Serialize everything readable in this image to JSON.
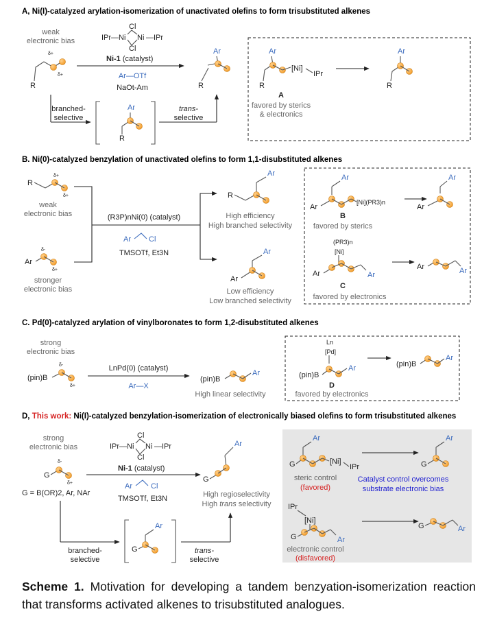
{
  "sections": {
    "A": {
      "heading": "A, Ni(I)-catalyzed arylation-isomerization of unactivated olefins to form trisubstituted alkenes",
      "weak_bias_1": "weak",
      "weak_bias_2": "electronic bias",
      "catalyst_formula_1": "IPr—Ni",
      "catalyst_formula_2": "Ni",
      "catalyst_formula_3": "—IPr",
      "cl_top": "Cl",
      "cl_bottom": "Cl",
      "catalyst_name": "Ni-1",
      "catalyst_suffix": " (catalyst)",
      "reagent_1": "Ar—OTf",
      "reagent_2": "NaOt-Am",
      "branched_1": "branched-",
      "branched_2": "selective",
      "trans_1": "trans-",
      "trans_2": "selective",
      "intermediate_label": "A",
      "favored_1": "favored by sterics",
      "favored_2": "& electronics",
      "ni_label": "[Ni]",
      "ipr": "IPr"
    },
    "B": {
      "heading": "B. Ni(0)-catalyzed benzylation of unactivated olefins to form 1,1-disubstituted alkenes",
      "weak_1": "weak",
      "weak_2": "electronic bias",
      "stronger_1": "stronger",
      "stronger_2": "electronic bias",
      "catalyst": "(R3P)nNi(0) (catalyst)",
      "reagent_1": "Cl",
      "reagent_2": "TMSOTf, Et3N",
      "high_1": "High efficiency",
      "high_2": "High branched selectivity",
      "low_1": "Low efficiency",
      "low_2": "Low branched selectivity",
      "int_B_label": "B",
      "int_B_ni": "[Ni](PR3)n",
      "favored_sterics": "favored by sterics",
      "int_C_ligand": "(PR3)n",
      "int_C_ni": "[Ni]",
      "int_C_label": "C",
      "favored_electronics": "favored by electronics"
    },
    "C": {
      "heading": "C. Pd(0)-catalyzed arylation of vinylboronates to form 1,2-disubstituted alkenes",
      "strong_1": "strong",
      "strong_2": "electronic bias",
      "catalyst": "LnPd(0) (catalyst)",
      "reagent": "Ar—X",
      "result": "High linear selectivity",
      "ln": "Ln",
      "pd": "[Pd]",
      "int_label": "D",
      "favored": "favored by electronics",
      "pinb": "(pin)B"
    },
    "D": {
      "heading_prefix": "D, ",
      "heading_highlight": "This work:",
      "heading_rest": " Ni(I)-catalyzed benzylation-isomerization of electronically biased olefins to form trisubstituted alkenes",
      "strong_1": "strong",
      "strong_2": "electronic bias",
      "g_def": "G = B(OR)2, Ar, NAr",
      "catalyst_name": "Ni-1",
      "catalyst_suffix": " (catalyst)",
      "reagent_1": "Cl",
      "reagent_2": "TMSOTf, Et3N",
      "result_1": "High regioselectivity",
      "result_2a": "High ",
      "result_2b": "trans",
      "result_2c": " selectivity",
      "branched_1": "branched-",
      "branched_2": "selective",
      "trans_1": "trans-",
      "trans_2": "selective",
      "steric_1": "steric control",
      "steric_2": "(favored)",
      "electronic_1": "electronic control",
      "electronic_2": "(disfavored)",
      "overcome_1": "Catalyst control overcomes",
      "overcome_2": "substrate electronic bias",
      "ni_label": "[Ni]",
      "ipr": "IPr"
    }
  },
  "labels": {
    "Ar": "Ar",
    "R": "R",
    "G": "G",
    "delta_plus": "δ+",
    "delta_minus": "δ-"
  },
  "caption": {
    "bold": "Scheme 1.",
    "text": " Motivation for developing a tandem benzyation-isomerization reaction that transforms activated alkenes to trisubstituted analogues."
  },
  "colors": {
    "atom": "#f5a132",
    "atom_edge": "#c97a12",
    "reagent_blue": "#3b6bbd",
    "highlight_red": "#d62424",
    "note_blue": "#1e1ed0",
    "panel_gray": "#e6e6e6"
  }
}
